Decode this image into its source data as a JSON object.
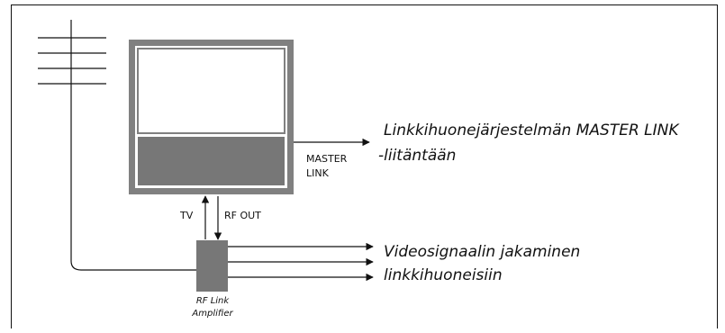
{
  "master_link_label_line1": "MASTER",
  "master_link_label_line2": "LINK",
  "tv_label": "TV",
  "rf_out_label": "RF OUT",
  "amplifier_label_line1": "RF Link",
  "amplifier_label_line2": "Amplifier",
  "master_link_destination_line1": "Linkkihuonejärjestelmän MASTER LINK",
  "master_link_destination_line2": "-liitäntään",
  "video_distribution_line1": "Videosignaalin jakaminen",
  "video_distribution_line2": "linkkihuoneisiin",
  "colors": {
    "line": "#111111",
    "tv_frame": "#808080",
    "tv_screen": "#ffffff",
    "tv_lower_panel": "#777777",
    "amplifier": "#777777"
  }
}
